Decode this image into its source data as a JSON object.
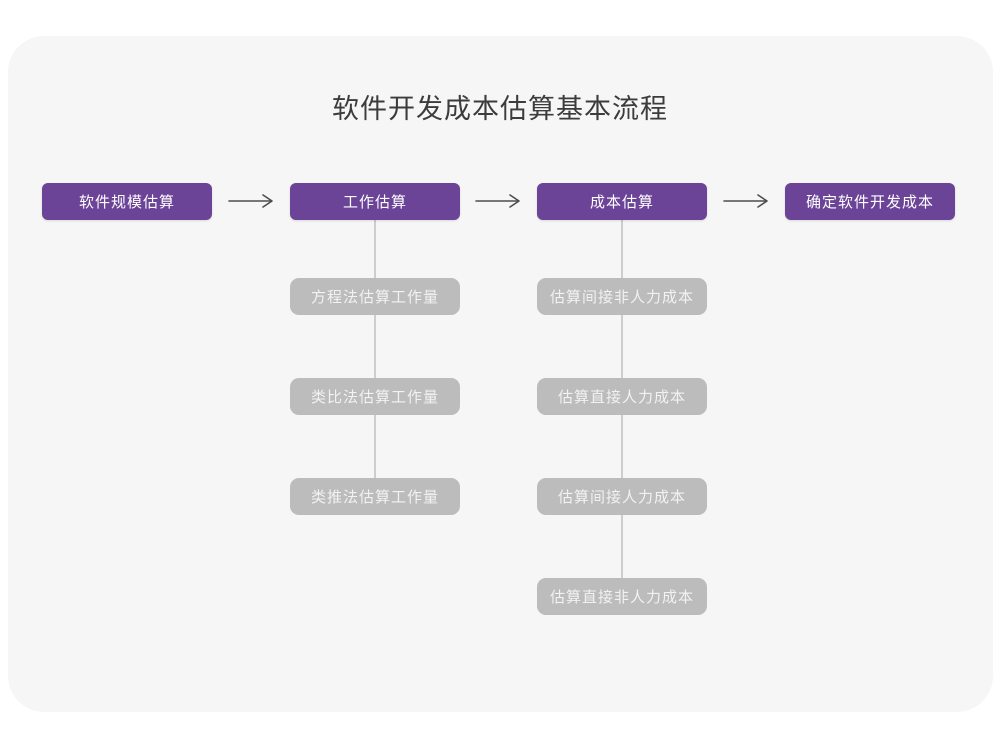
{
  "title": "软件开发成本估算基本流程",
  "colors": {
    "primary": "#6b4397",
    "sub_node_bg": "#bcbcbc",
    "sub_node_text": "#f2f2f2",
    "card_bg": "#f6f6f6",
    "connector": "#cdcdcd",
    "arrow": "#4d4d4d",
    "title_text": "#3c3c3c"
  },
  "flow": {
    "main": [
      "软件规模估算",
      "工作估算",
      "成本估算",
      "确定软件开发成本"
    ],
    "work_methods": [
      "方程法估算工作量",
      "类比法估算工作量",
      "类推法估算工作量"
    ],
    "cost_steps": [
      "估算间接非人力成本",
      "估算直接人力成本",
      "估算间接人力成本",
      "估算直接非人力成本"
    ]
  }
}
